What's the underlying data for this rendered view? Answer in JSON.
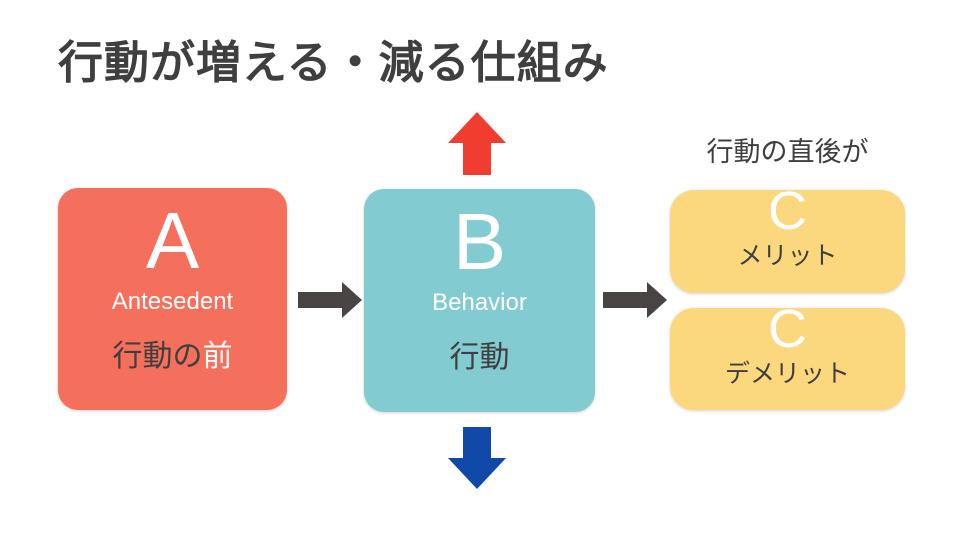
{
  "slide": {
    "title": "行動が増える・減る仕組み"
  },
  "boxes": {
    "antecedent": {
      "letter": "A",
      "en": "Antesedent",
      "jp_prefix": "行動の",
      "jp_highlight": "前"
    },
    "behavior": {
      "letter": "B",
      "en": "Behavior",
      "jp": "行動"
    },
    "merit": {
      "letter": "C",
      "jp": "メリット"
    },
    "demerit": {
      "letter": "C",
      "jp": "デメリット"
    }
  },
  "labels": {
    "consequence": "行動の直後が"
  },
  "icons": {
    "arrow_right_1": "right-arrow-icon",
    "arrow_right_2": "right-arrow-icon",
    "arrow_up": "up-arrow-icon",
    "arrow_down": "down-arrow-icon"
  },
  "colors": {
    "coral": "#F4705C",
    "teal": "#82CBD1",
    "yellow": "#FBD77E",
    "dark_text": "#3F3F3F",
    "arrow_gray": "#484443",
    "red_arrow": "#F03D30",
    "blue_arrow": "#1149A8",
    "bg": "#FFFFFF"
  }
}
